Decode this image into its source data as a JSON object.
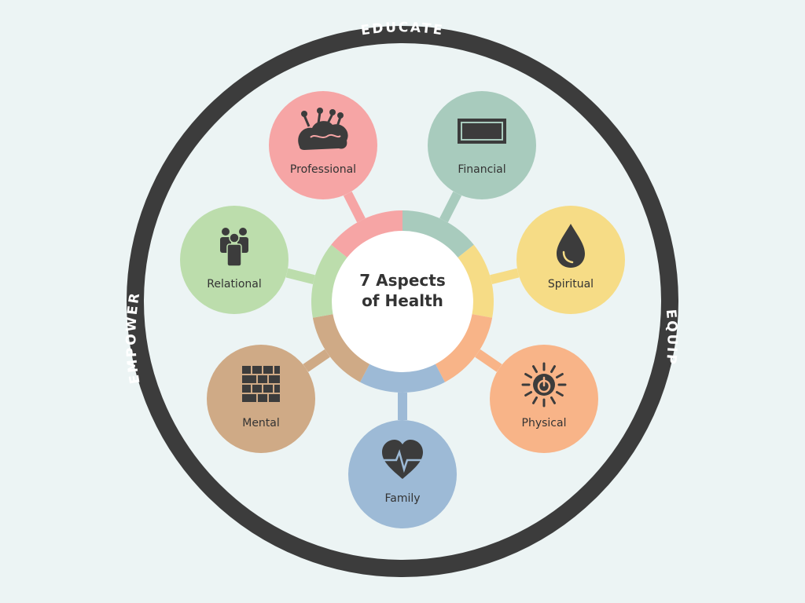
{
  "center": {
    "line1": "7 Aspects",
    "line2": "of Health"
  },
  "ring_words": {
    "top": "EDUCATE",
    "right": "EQUIP",
    "left": "EMPOWER"
  },
  "aspects": [
    {
      "label": "Professional",
      "color": "#f6a5a5",
      "icon": "brain-growth-icon"
    },
    {
      "label": "Financial",
      "color": "#a8cbbd",
      "icon": "banknote-icon"
    },
    {
      "label": "Spiritual",
      "color": "#f6dc86",
      "icon": "water-drop-icon"
    },
    {
      "label": "Physical",
      "color": "#f8b488",
      "icon": "sun-power-icon"
    },
    {
      "label": "Family",
      "color": "#9dbad6",
      "icon": "heartbeat-icon"
    },
    {
      "label": "Mental",
      "color": "#cfaa86",
      "icon": "brick-wall-icon"
    },
    {
      "label": "Relational",
      "color": "#bcddac",
      "icon": "people-group-icon"
    }
  ],
  "colors": {
    "background": "#ecf4f4",
    "ring": "#3c3c3c",
    "text": "#333333",
    "icon": "#3c3c3c"
  }
}
